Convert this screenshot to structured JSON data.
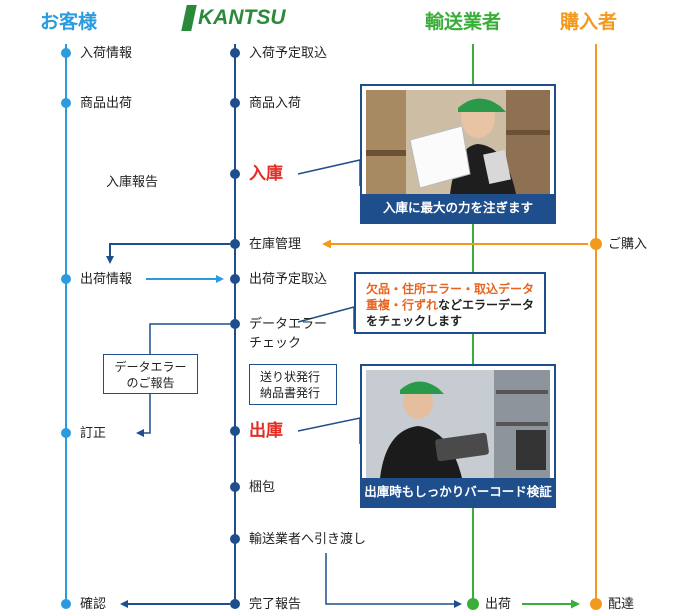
{
  "header": {
    "customer": "お客様",
    "logo": "KANTSU",
    "carrier": "輸送業者",
    "buyer": "購入者"
  },
  "customer_steps": {
    "arrival_info": "入荷情報",
    "product_shipping": "商品出荷",
    "arrival_report": "入庫報告",
    "shipping_info": "出荷情報",
    "correction": "訂正",
    "confirmation": "確認"
  },
  "kantsu_steps": {
    "arrival_schedule": "入荷予定取込",
    "product_arrival": "商品入荷",
    "receiving": "入庫",
    "inventory": "在庫管理",
    "shipping_schedule": "出荷予定取込",
    "data_error_1": "データエラー",
    "data_error_2": "チェック",
    "shipping_out": "出庫",
    "packing": "梱包",
    "handover": "輸送業者へ引き渡し",
    "completion_report": "完了報告"
  },
  "carrier_steps": {
    "ship": "出荷"
  },
  "buyer_steps": {
    "purchase": "ご購入",
    "delivery": "配達"
  },
  "notes": {
    "error_report_1": "データエラー",
    "error_report_2": "のご報告",
    "slip_1": "送り状発行",
    "slip_2": "納品書発行",
    "error_check_orange_1": "欠品・住所エラー・取込データ",
    "error_check_orange_2": "重複・行ずれ",
    "error_check_black_2": "などエラーデータ",
    "error_check_3": "をチェックします"
  },
  "cards": {
    "receiving_caption": "入庫に最大の力を注ぎます",
    "shipping_caption": "出庫時もしっかりバーコード検証"
  },
  "colors": {
    "customer": "#2b9be0",
    "kantsu": "#1f4e8c",
    "carrier": "#3aae3a",
    "buyer": "#f39a1e",
    "highlight": "#e52b24",
    "note_orange": "#e8641e"
  }
}
